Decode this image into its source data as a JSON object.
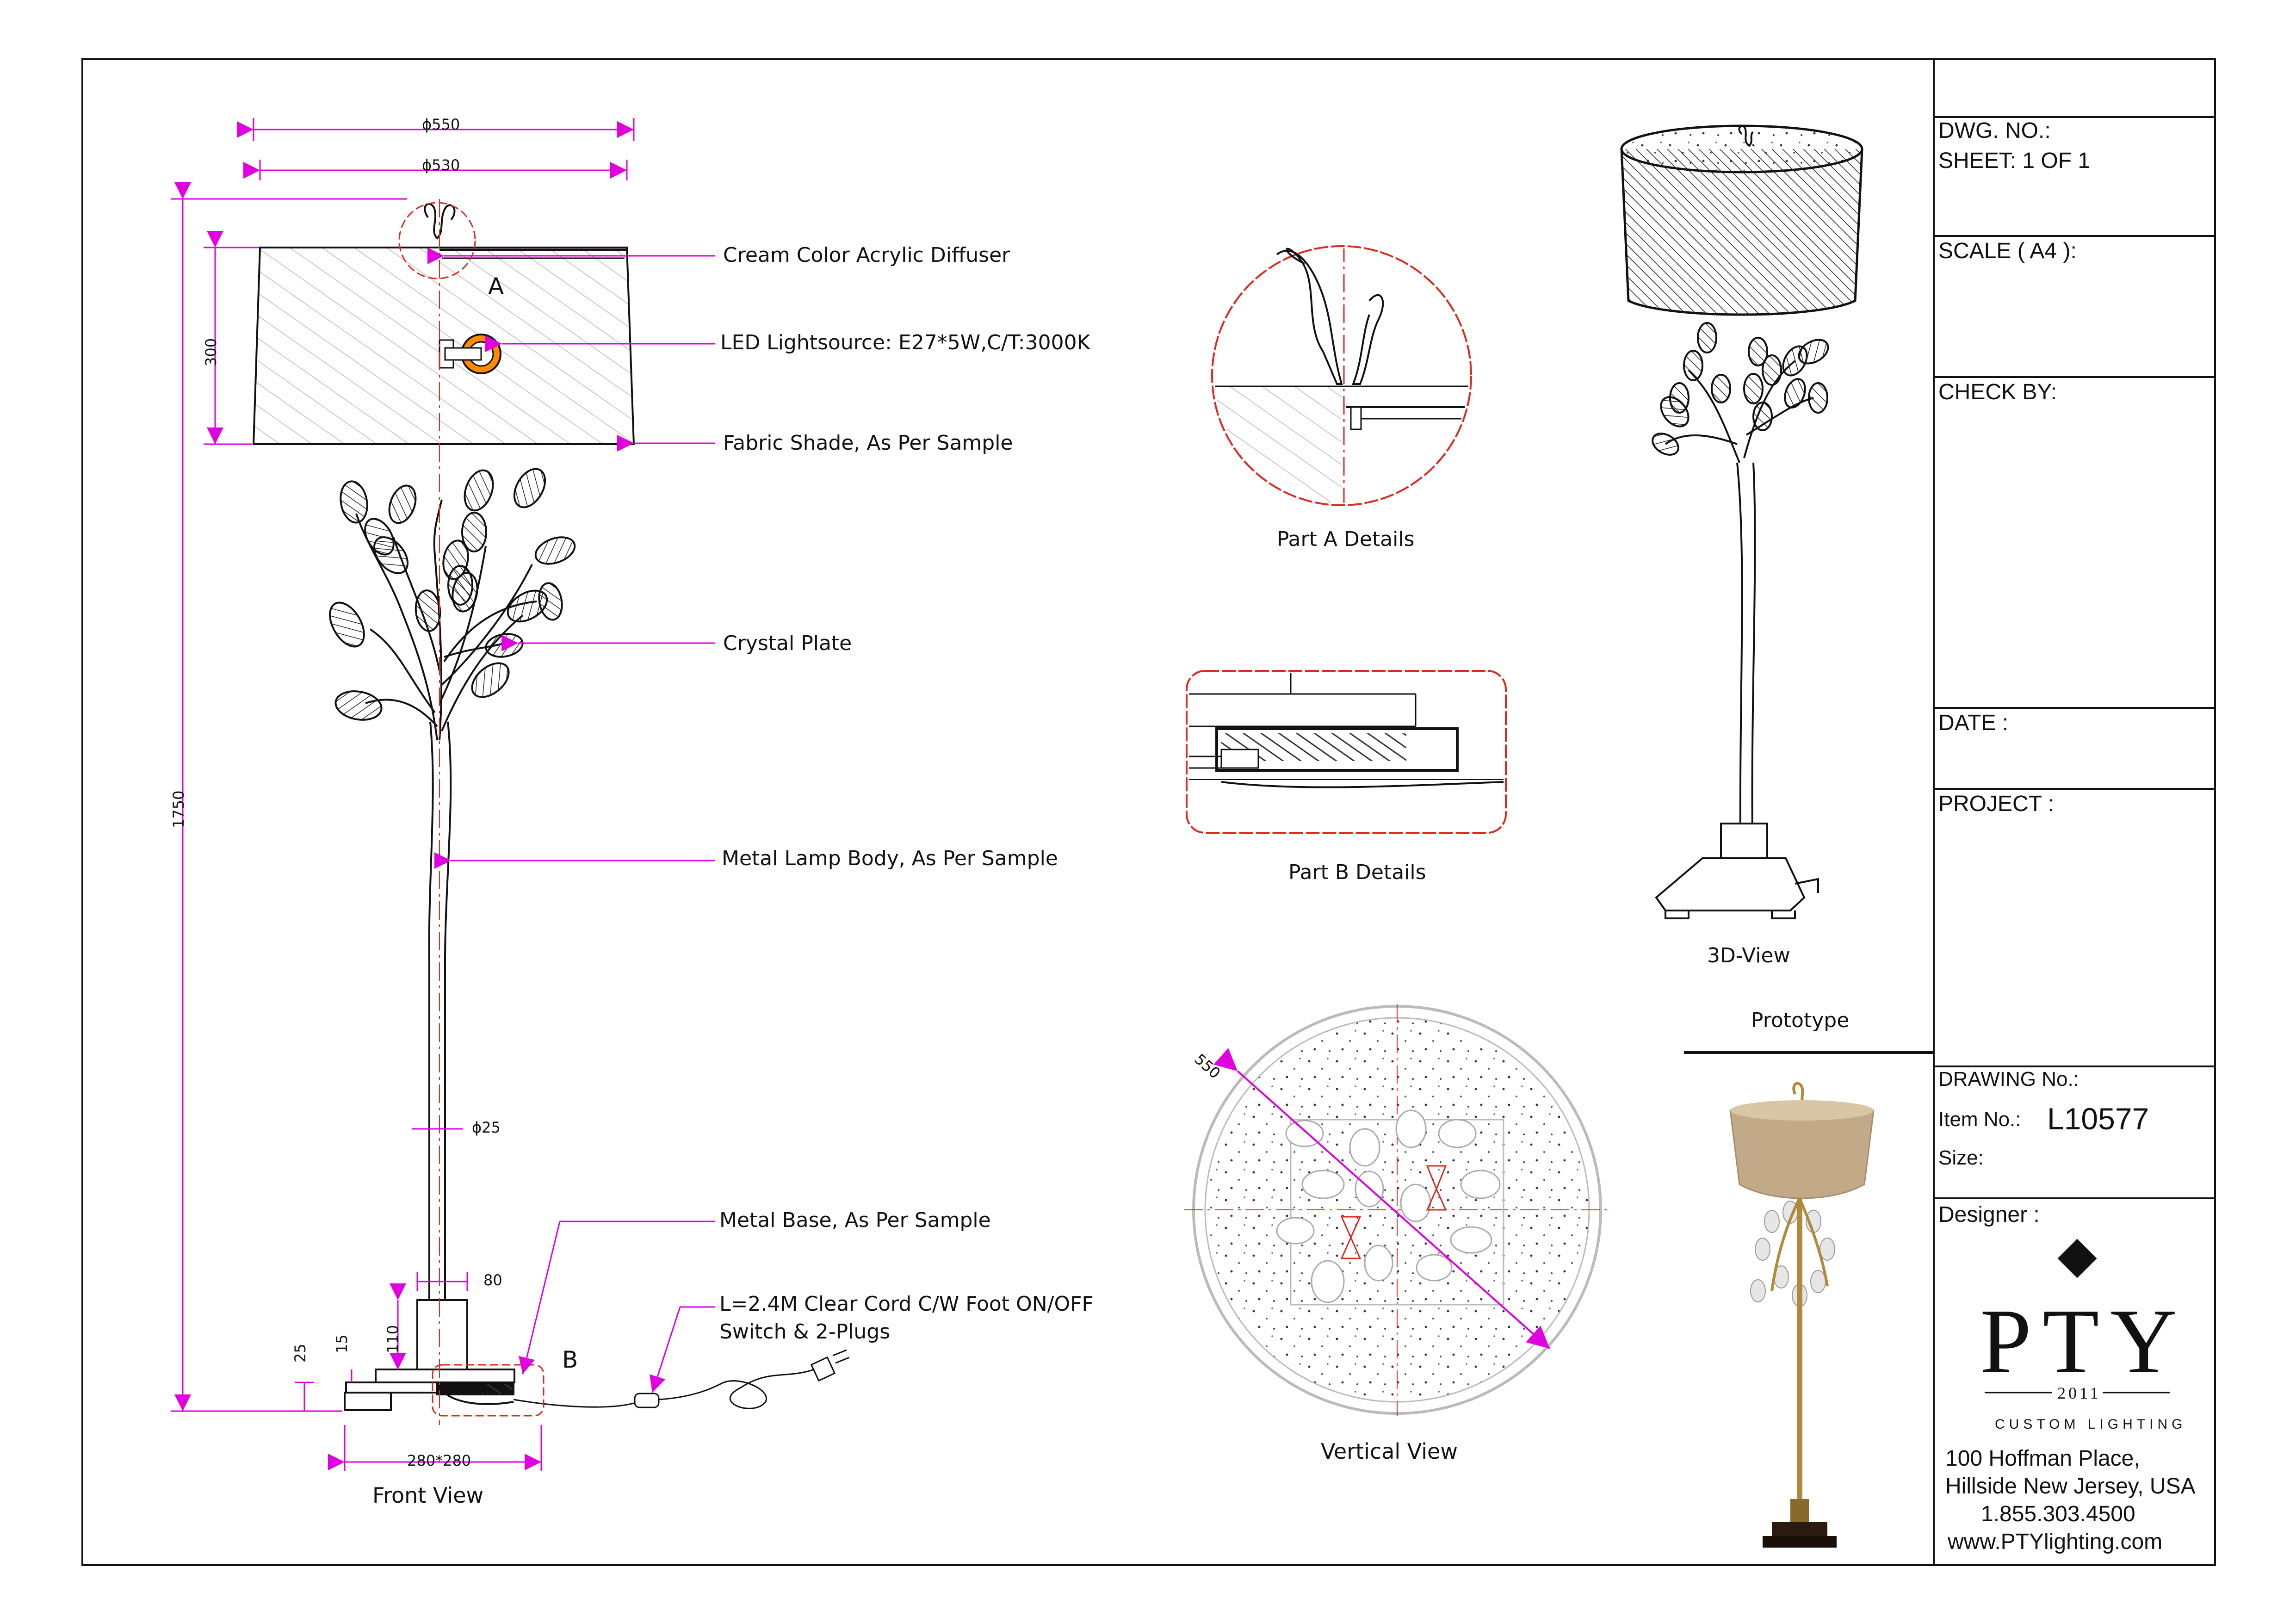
{
  "front_view": {
    "dimensions": {
      "shade_outer_dia": "ϕ550",
      "shade_inner_dia": "ϕ530",
      "shade_height": "300",
      "total_height": "1750",
      "stem_dia": "ϕ25",
      "column_width": "80",
      "column_height": "110",
      "base_top_height": "15",
      "base_height": "25",
      "base_size": "280*280"
    },
    "callouts": {
      "detail_a": "A",
      "detail_b": "B",
      "diffuser": "Cream Color Acrylic Diffuser",
      "light_source": "LED Lightsource: E27*5W,C/T:3000K",
      "shade": "Fabric Shade, As Per Sample",
      "crystal": "Crystal Plate",
      "body": "Metal Lamp Body, As Per Sample",
      "base": "Metal Base, As Per Sample",
      "cord_line1": "L=2.4M Clear Cord C/W Foot ON/OFF",
      "cord_line2": "Switch & 2-Plugs"
    },
    "caption": "Front View"
  },
  "part_a_caption": "Part A Details",
  "part_b_caption": "Part B Details",
  "vertical_view": {
    "caption": "Vertical View",
    "diameter": "550"
  },
  "view_3d_caption": "3D-View",
  "prototype_caption": "Prototype",
  "title_block": {
    "dwg_no": "DWG. NO.:",
    "sheet": "SHEET: 1 OF 1",
    "scale": "SCALE ( A4 ):",
    "check_by": "CHECK BY:",
    "date": "DATE :",
    "project": "PROJECT :",
    "drawing_no": "DRAWING No.:",
    "item_no_label": "Item No.:",
    "item_no": "L10577",
    "size": "Size:",
    "designer": "Designer :",
    "logo_name": "PTY",
    "logo_year": "2011",
    "logo_tagline": "CUSTOM LIGHTING",
    "address_1": "100 Hoffman Place,",
    "address_2": "Hillside New Jersey,  USA",
    "phone": "1.855.303.4500",
    "website": "www.PTYlighting.com"
  },
  "colors": {
    "dimension": "#e000e0",
    "detail_circle": "#e0281e",
    "line": "#111111",
    "light_ring": "#ff8a00"
  }
}
